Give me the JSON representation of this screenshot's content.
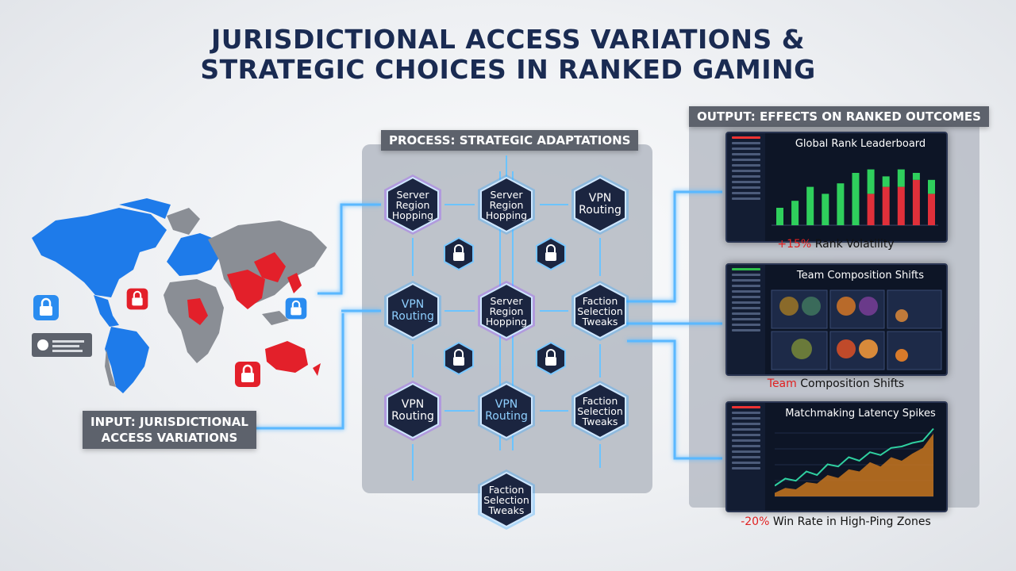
{
  "title": {
    "line1": "JURISDICTIONAL ACCESS VARIATIONS &",
    "line2": "STRATEGIC CHOICES IN RANKED GAMING"
  },
  "labels": {
    "input": [
      "INPUT: JURISDICTIONAL",
      "ACCESS VARIATIONS"
    ],
    "process": "PROCESS: STRATEGIC ADAPTATIONS",
    "output": "OUTPUT: EFFECTS ON RANKED OUTCOMES"
  },
  "nodes": [
    {
      "label": "Server Region Hopping",
      "glow": "purple"
    },
    {
      "label": "Server Region Hopping",
      "glow": "blue"
    },
    {
      "label": "VPN Routing",
      "glow": "blue"
    },
    {
      "label": "VPN Routing",
      "glow": "blue"
    },
    {
      "label": "Server Region Hopping",
      "glow": "purple"
    },
    {
      "label": "Faction Selection Tweaks",
      "glow": "blue"
    },
    {
      "label": "VPN Routing",
      "glow": "purple"
    },
    {
      "label": "VPN Routing",
      "glow": "blue"
    },
    {
      "label": "Faction Selection Tweaks",
      "glow": "blue"
    },
    {
      "label": "Faction Selection Tweaks",
      "glow": "blue"
    }
  ],
  "screens": {
    "leaderboard": {
      "title": "Global Rank Leaderboard",
      "caption": {
        "highlight": "+15%",
        "rest": " Rank Volatility"
      },
      "bars": [
        {
          "green": 0.25,
          "red": 0
        },
        {
          "green": 0.35,
          "red": 0
        },
        {
          "green": 0.55,
          "red": 0
        },
        {
          "green": 0.45,
          "red": 0
        },
        {
          "green": 0.6,
          "red": 0
        },
        {
          "green": 0.75,
          "red": 0
        },
        {
          "green": 0.35,
          "red": 0.45
        },
        {
          "green": 0.15,
          "red": 0.55
        },
        {
          "green": 0.25,
          "red": 0.55
        },
        {
          "green": 0.1,
          "red": 0.65
        },
        {
          "green": 0.2,
          "red": 0.45
        }
      ]
    },
    "team": {
      "title": "Team Composition Shifts",
      "caption": {
        "highlight": "Team",
        "rest": " Composition Shifts"
      }
    },
    "latency": {
      "title": "Matchmaking Latency Spikes",
      "caption": {
        "highlight": "-20%",
        "rest": " Win Rate in High-Ping Zones"
      },
      "green_line": [
        0.15,
        0.25,
        0.22,
        0.35,
        0.3,
        0.45,
        0.42,
        0.55,
        0.5,
        0.62,
        0.58,
        0.68,
        0.7,
        0.75,
        0.78,
        0.95
      ],
      "orange_area": [
        0.05,
        0.12,
        0.1,
        0.2,
        0.18,
        0.3,
        0.26,
        0.38,
        0.35,
        0.48,
        0.42,
        0.55,
        0.5,
        0.6,
        0.68,
        0.88
      ]
    }
  },
  "colors": {
    "navy": "#1a2b52",
    "hex_fill": "#1b2540",
    "blue_glow": "#38a8ff",
    "purple_glow": "#9a4dff",
    "bar_green": "#2fcf5c",
    "bar_red": "#e0303a",
    "map_blue": "#1e7bea",
    "map_red": "#e3202a",
    "map_gray": "#8a8e95"
  }
}
